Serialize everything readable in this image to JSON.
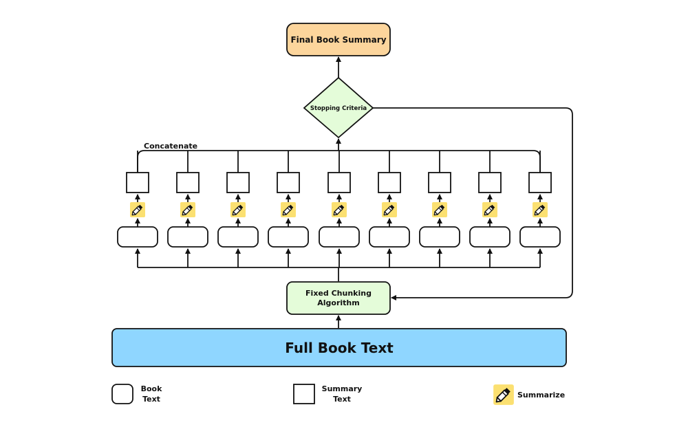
{
  "nodes": {
    "final_summary": {
      "label": "Final Book Summary",
      "fill": "#fcd59c"
    },
    "stopping": {
      "label": "Stopping Criteria",
      "fill": "#e4fcd9"
    },
    "chunking": {
      "label_line1": "Fixed Chunking",
      "label_line2": "Algorithm",
      "fill": "#e4fcd9"
    },
    "full_text": {
      "label": "Full Book Text",
      "fill": "#8fd6ff"
    }
  },
  "concatenate_label": "Concatenate",
  "chunk_count": 9,
  "pencil_fill": "#fbe071",
  "stroke": "#111111",
  "legend": {
    "book_text": {
      "line1": "Book",
      "line2": "Text"
    },
    "summary_text": {
      "line1": "Summary",
      "line2": "Text"
    },
    "summarize": {
      "label": "Summarize"
    }
  }
}
